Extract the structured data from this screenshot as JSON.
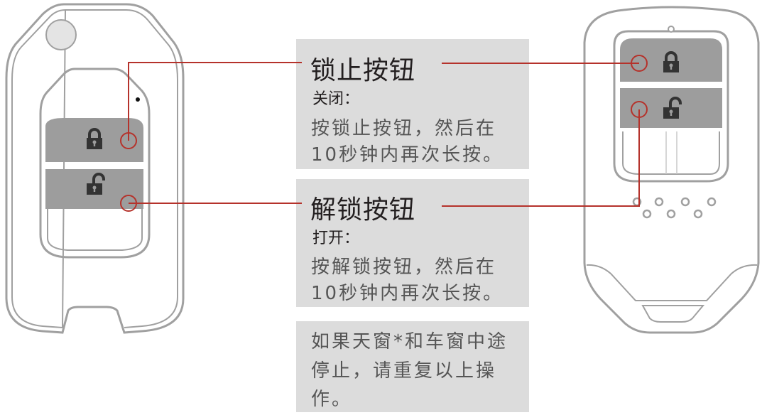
{
  "lock_section": {
    "title": "锁止按钮",
    "subtitle": "关闭：",
    "lines": [
      "按锁止按钮，然后在",
      "10秒钟内再次长按。"
    ]
  },
  "unlock_section": {
    "title": "解锁按钮",
    "subtitle": "打开：",
    "lines": [
      "按解锁按钮，然后在",
      "10秒钟内再次长按。"
    ]
  },
  "note": {
    "lines": [
      "如果天窗*和车窗中途",
      "停止，请重复以上操",
      "作。"
    ]
  },
  "colors": {
    "callout": "#b5322b",
    "fob_outline": "#a0a0a0",
    "button_gray": "#9d9d9d",
    "panel": "#dcdcdc",
    "icon": "#333333"
  }
}
